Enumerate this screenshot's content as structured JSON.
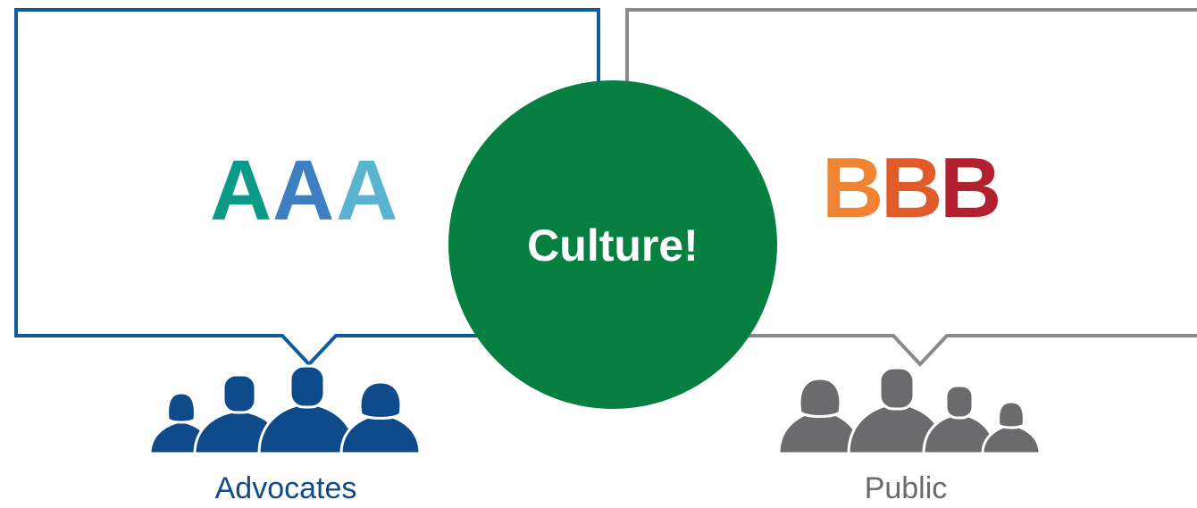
{
  "left_panel": {
    "letters": [
      "A",
      "A",
      "A"
    ],
    "letter_colors": [
      "#0b9a86",
      "#3d7fc1",
      "#5ab3cf"
    ],
    "border_color": "#0f5a9a",
    "group_label": "Advocates",
    "group_color": "#0f4a8a"
  },
  "right_panel": {
    "letters": [
      "B",
      "B",
      "B"
    ],
    "letter_colors": [
      "#f08432",
      "#e05a2a",
      "#b21f2d"
    ],
    "border_color": "#8a8a8a",
    "group_label": "Public",
    "group_color": "#6b6b6e"
  },
  "center": {
    "label": "Culture!",
    "color": "#067f41"
  }
}
